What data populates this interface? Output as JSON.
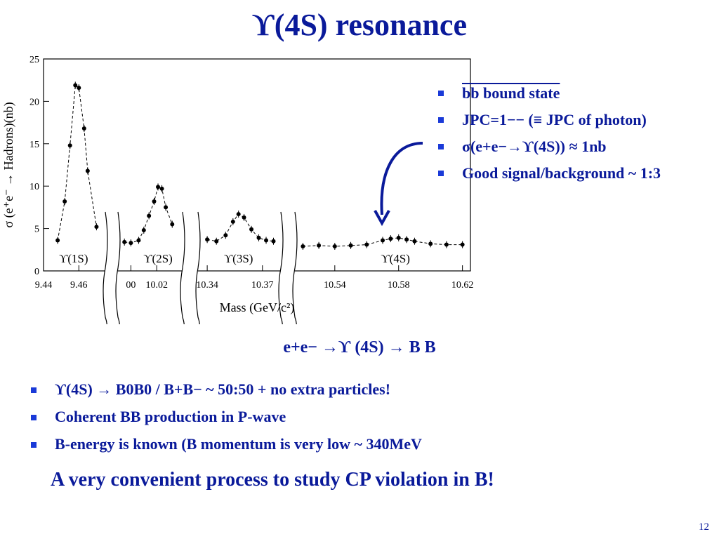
{
  "slide": {
    "title": "ϒ(4S) resonance",
    "page_number": "12"
  },
  "right_bullets": [
    "bb bound state",
    "JPC=1−− (≡ JPC of photon)",
    "σ(e+e−→ϒ(4S)) ≈ 1nb",
    "Good signal/background ~ 1:3"
  ],
  "decay_equation": "e+e− →ϒ (4S) → B B",
  "bottom_bullets": [
    "ϒ(4S) → B0B0 / B+B− ~ 50:50 + no extra particles!",
    "Coherent BB production in P-wave",
    "B-energy is known (B momentum is very low ~ 340MeV"
  ],
  "conclusion": "A very convenient process to study CP violation in B!",
  "colors": {
    "text": "#0a1a9a",
    "bullet": "#1a3ad8",
    "plot": "#000000"
  },
  "chart_data": {
    "type": "scatter",
    "title": "",
    "xlabel": "Mass (GeV/c²)",
    "ylabel": "σ (e⁺e⁻ → Hadrons)(nb)",
    "ylim": [
      0,
      25
    ],
    "y_ticks": [
      0,
      5,
      10,
      15,
      20,
      25
    ],
    "x_ticks": [
      "9.44",
      "9.46",
      "00",
      "10.02",
      "10.34",
      "10.37",
      "10.54",
      "10.58",
      "10.62"
    ],
    "grid": false,
    "axis_breaks": 3,
    "resonance_labels": [
      "ϒ(1S)",
      "ϒ(2S)",
      "ϒ(3S)",
      "ϒ(4S)"
    ],
    "series": [
      {
        "points": [
          {
            "x": "9.448",
            "y": 3.6
          },
          {
            "x": "9.452",
            "y": 8.2
          },
          {
            "x": "9.455",
            "y": 14.8
          },
          {
            "x": "9.458",
            "y": 21.9
          },
          {
            "x": "9.460",
            "y": 21.6
          },
          {
            "x": "9.463",
            "y": 16.8
          },
          {
            "x": "9.465",
            "y": 11.8
          },
          {
            "x": "9.470",
            "y": 5.2
          },
          {
            "x": "9.995",
            "y": 3.4
          },
          {
            "x": "10.000",
            "y": 3.3
          },
          {
            "x": "10.006",
            "y": 3.6
          },
          {
            "x": "10.010",
            "y": 4.8
          },
          {
            "x": "10.014",
            "y": 6.5
          },
          {
            "x": "10.018",
            "y": 8.2
          },
          {
            "x": "10.021",
            "y": 9.9
          },
          {
            "x": "10.024",
            "y": 9.7
          },
          {
            "x": "10.027",
            "y": 7.5
          },
          {
            "x": "10.032",
            "y": 5.5
          },
          {
            "x": "10.340",
            "y": 3.7
          },
          {
            "x": "10.345",
            "y": 3.5
          },
          {
            "x": "10.350",
            "y": 4.2
          },
          {
            "x": "10.354",
            "y": 5.8
          },
          {
            "x": "10.357",
            "y": 6.7
          },
          {
            "x": "10.360",
            "y": 6.3
          },
          {
            "x": "10.364",
            "y": 4.9
          },
          {
            "x": "10.368",
            "y": 3.9
          },
          {
            "x": "10.372",
            "y": 3.6
          },
          {
            "x": "10.376",
            "y": 3.5
          },
          {
            "x": "10.520",
            "y": 2.9
          },
          {
            "x": "10.530",
            "y": 3.0
          },
          {
            "x": "10.540",
            "y": 2.9
          },
          {
            "x": "10.550",
            "y": 3.0
          },
          {
            "x": "10.560",
            "y": 3.1
          },
          {
            "x": "10.570",
            "y": 3.6
          },
          {
            "x": "10.575",
            "y": 3.8
          },
          {
            "x": "10.580",
            "y": 3.9
          },
          {
            "x": "10.585",
            "y": 3.7
          },
          {
            "x": "10.590",
            "y": 3.5
          },
          {
            "x": "10.600",
            "y": 3.2
          },
          {
            "x": "10.610",
            "y": 3.1
          },
          {
            "x": "10.620",
            "y": 3.1
          }
        ]
      }
    ]
  }
}
